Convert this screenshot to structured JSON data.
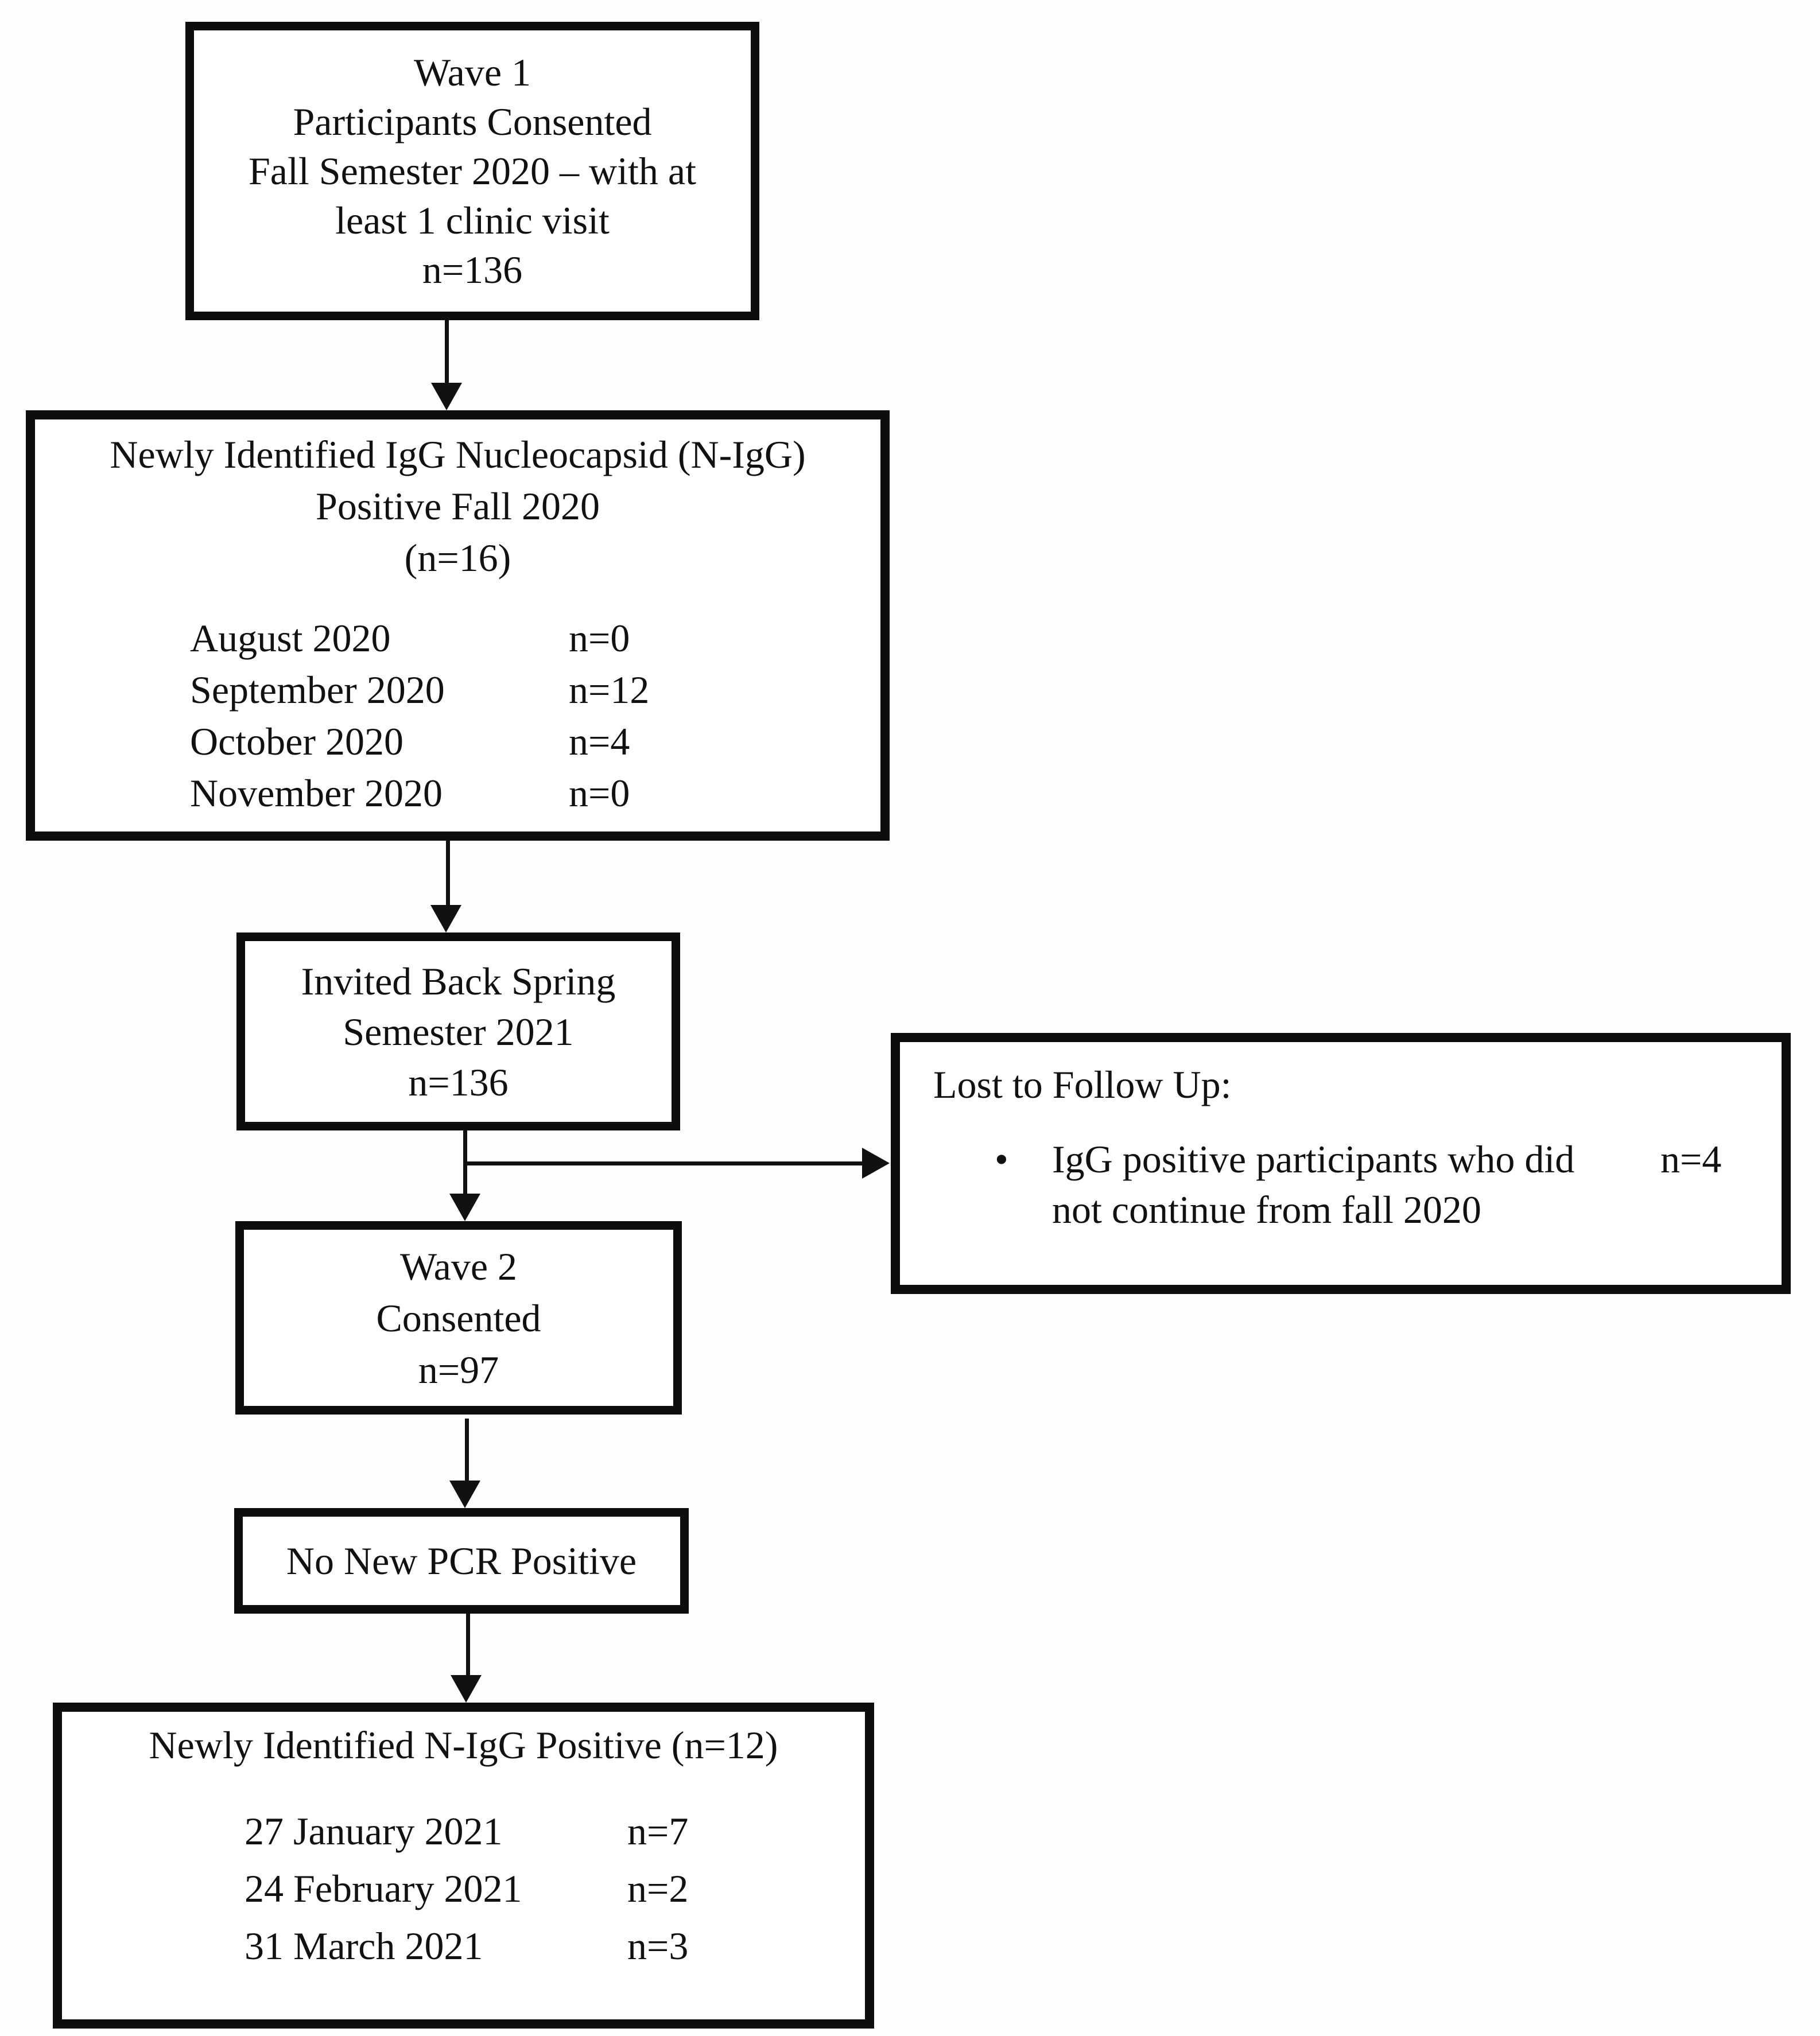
{
  "figure": {
    "colors": {
      "ink": "#111111",
      "background": "#ffffff",
      "border": "#0d0d0d"
    },
    "boxes": {
      "wave1": {
        "lines": [
          "Wave 1",
          "Participants Consented",
          "Fall Semester 2020 – with at",
          "least 1 clinic visit",
          "n=136"
        ]
      },
      "fall_positive": {
        "title_lines": [
          "Newly Identified IgG Nucleocapsid (N-IgG)",
          "Positive Fall 2020",
          "(n=16)"
        ],
        "rows": [
          {
            "label": "August 2020",
            "value": "n=0"
          },
          {
            "label": "September 2020",
            "value": "n=12"
          },
          {
            "label": "October 2020",
            "value": "n=4"
          },
          {
            "label": "November 2020",
            "value": "n=0"
          }
        ]
      },
      "invited_back": {
        "lines": [
          "Invited Back Spring",
          "Semester 2021",
          "n=136"
        ]
      },
      "lost_to_follow_up": {
        "title": "Lost to Follow Up:",
        "bullet": "•",
        "bullet_text": "IgG positive participants who did not continue from fall 2020",
        "value": "n=4"
      },
      "wave2": {
        "lines": [
          "Wave 2",
          "Consented",
          "n=97"
        ]
      },
      "no_new_pcr": {
        "lines": [
          "No New PCR Positive"
        ]
      },
      "spring_positive": {
        "title": "Newly Identified N-IgG Positive (n=12)",
        "rows": [
          {
            "label": "27 January 2021",
            "value": "n=7"
          },
          {
            "label": "24 February 2021",
            "value": "n=2"
          },
          {
            "label": "31 March 2021",
            "value": "n=3"
          }
        ]
      }
    }
  }
}
